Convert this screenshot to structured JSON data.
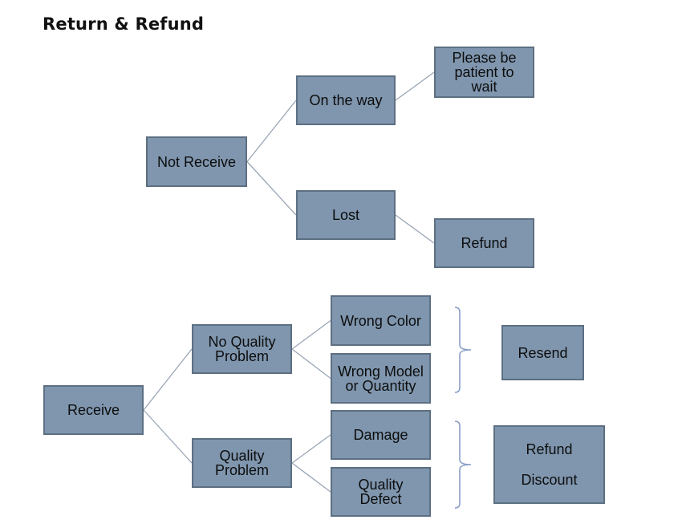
{
  "title": "Return & Refund",
  "colors": {
    "box_fill": "#7f96ae",
    "box_border": "#5d6f82",
    "connector": "#9aa6b4",
    "brace": "#8aa0c8"
  },
  "nodes": {
    "not_receive": [
      "Not Receive"
    ],
    "on_the_way": [
      "On the way"
    ],
    "lost": [
      "Lost"
    ],
    "please_wait": [
      "Please be",
      "patient to",
      "wait"
    ],
    "refund_top": [
      "Refund"
    ],
    "receive": [
      "Receive"
    ],
    "no_quality_problem": [
      "No Quality",
      "Problem"
    ],
    "quality_problem": [
      "Quality",
      "Problem"
    ],
    "wrong_color": [
      "Wrong Color"
    ],
    "wrong_model": [
      "Wrong Model",
      "or Quantity"
    ],
    "damage": [
      "Damage"
    ],
    "quality_defect": [
      "Quality",
      "Defect"
    ],
    "resend": [
      "Resend"
    ],
    "refund_discount": [
      "Refund",
      "Discount"
    ]
  }
}
